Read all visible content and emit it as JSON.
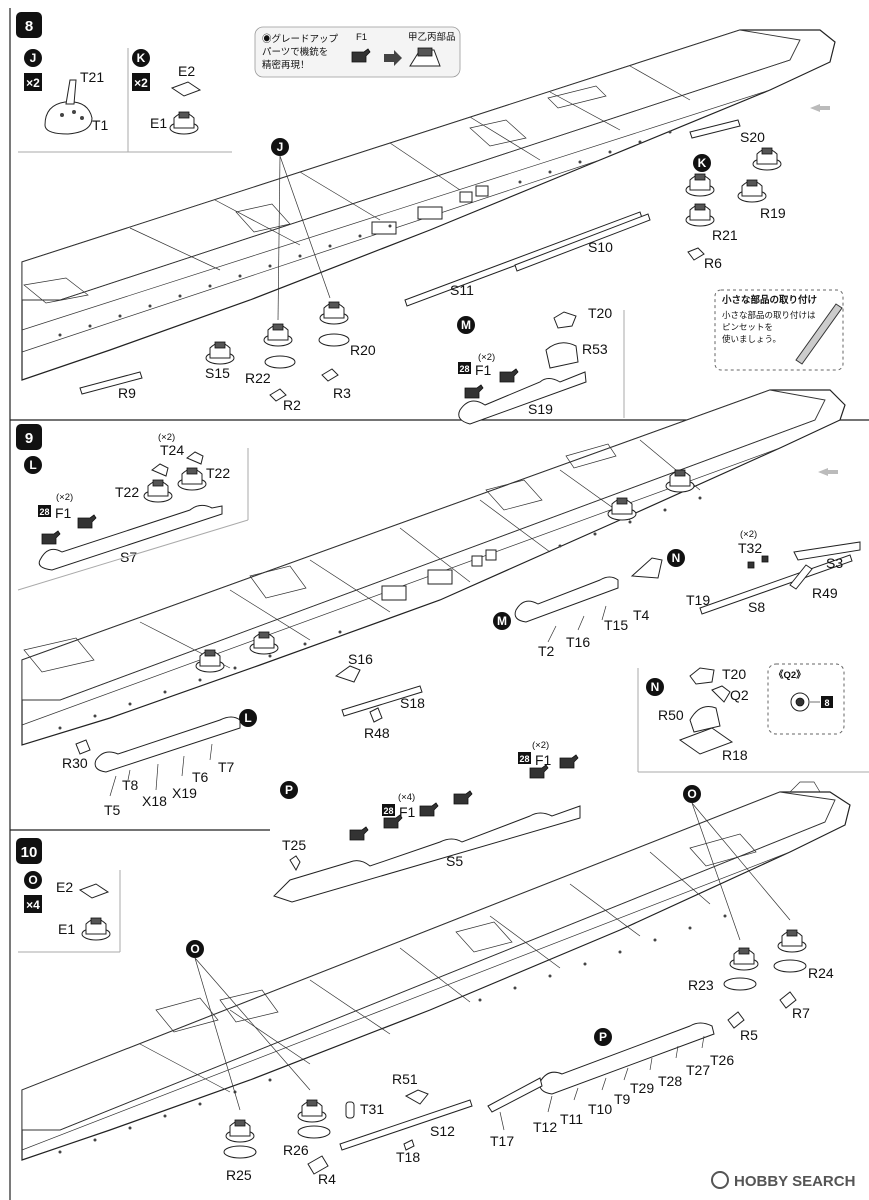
{
  "steps": {
    "s8": {
      "number": "8",
      "grade_up_note": "◉グレードアップ\nパーツで機銃を\n精密再現！",
      "grade_up_from": "F1",
      "grade_up_to": "甲乙丙部品",
      "sub_j": {
        "letter": "J",
        "qty": "×2",
        "parts": [
          "T21",
          "T1"
        ]
      },
      "sub_k": {
        "letter": "K",
        "qty": "×2",
        "parts": [
          "E2",
          "E1"
        ]
      },
      "sub_m": {
        "letter": "M",
        "f1_qty": "(×2)",
        "f1_badge": "28",
        "parts": [
          "T20",
          "R53",
          "F1",
          "S19"
        ]
      },
      "hull_labels": [
        "S20",
        "R19",
        "R21",
        "R6",
        "S10",
        "S11",
        "R9",
        "S15",
        "R22",
        "R2",
        "R3",
        "R20"
      ],
      "callouts": [
        "J",
        "K"
      ],
      "tip_title": "小さな部品の取り付け",
      "tip_text": "小さな部品の取り付けは\nピンセットを\n使いましょう。"
    },
    "s9": {
      "number": "9",
      "sub_l": {
        "letter": "L",
        "t24_qty": "(×2)",
        "f1_qty": "(×2)",
        "f1_badge": "28",
        "parts": [
          "T24",
          "T22",
          "T22",
          "F1",
          "S7"
        ]
      },
      "hull_labels": [
        "T32",
        "S3",
        "T19",
        "R49",
        "S8",
        "T4",
        "T15",
        "T16",
        "T2",
        "S16",
        "S18",
        "R48",
        "R30",
        "T7",
        "T6",
        "T8",
        "X19",
        "X18",
        "T5"
      ],
      "t32_qty": "(×2)",
      "callouts": [
        "N",
        "M",
        "L"
      ],
      "sub_n": {
        "letter": "N",
        "parts": [
          "T20",
          "Q2",
          "R50",
          "R18"
        ]
      },
      "q2_label": "《Q2》",
      "q2_badge": "8",
      "sub_p": {
        "letter": "P",
        "f1_qty_a": "(×2)",
        "f1_qty_b": "(×4)",
        "f1_badge": "28",
        "parts": [
          "F1",
          "F1",
          "T25",
          "S5"
        ]
      }
    },
    "s10": {
      "number": "10",
      "sub_o": {
        "letter": "O",
        "qty": "×4",
        "parts": [
          "E2",
          "E1"
        ]
      },
      "hull_labels": [
        "R23",
        "R24",
        "R5",
        "R7",
        "T26",
        "T27",
        "T28",
        "T29",
        "T9",
        "T10",
        "T11",
        "T12",
        "T17",
        "R51",
        "T31",
        "S12",
        "T18",
        "R26",
        "R4",
        "R25"
      ],
      "callouts": [
        "O",
        "O",
        "P"
      ]
    }
  },
  "watermark": "HOBBY SEARCH"
}
